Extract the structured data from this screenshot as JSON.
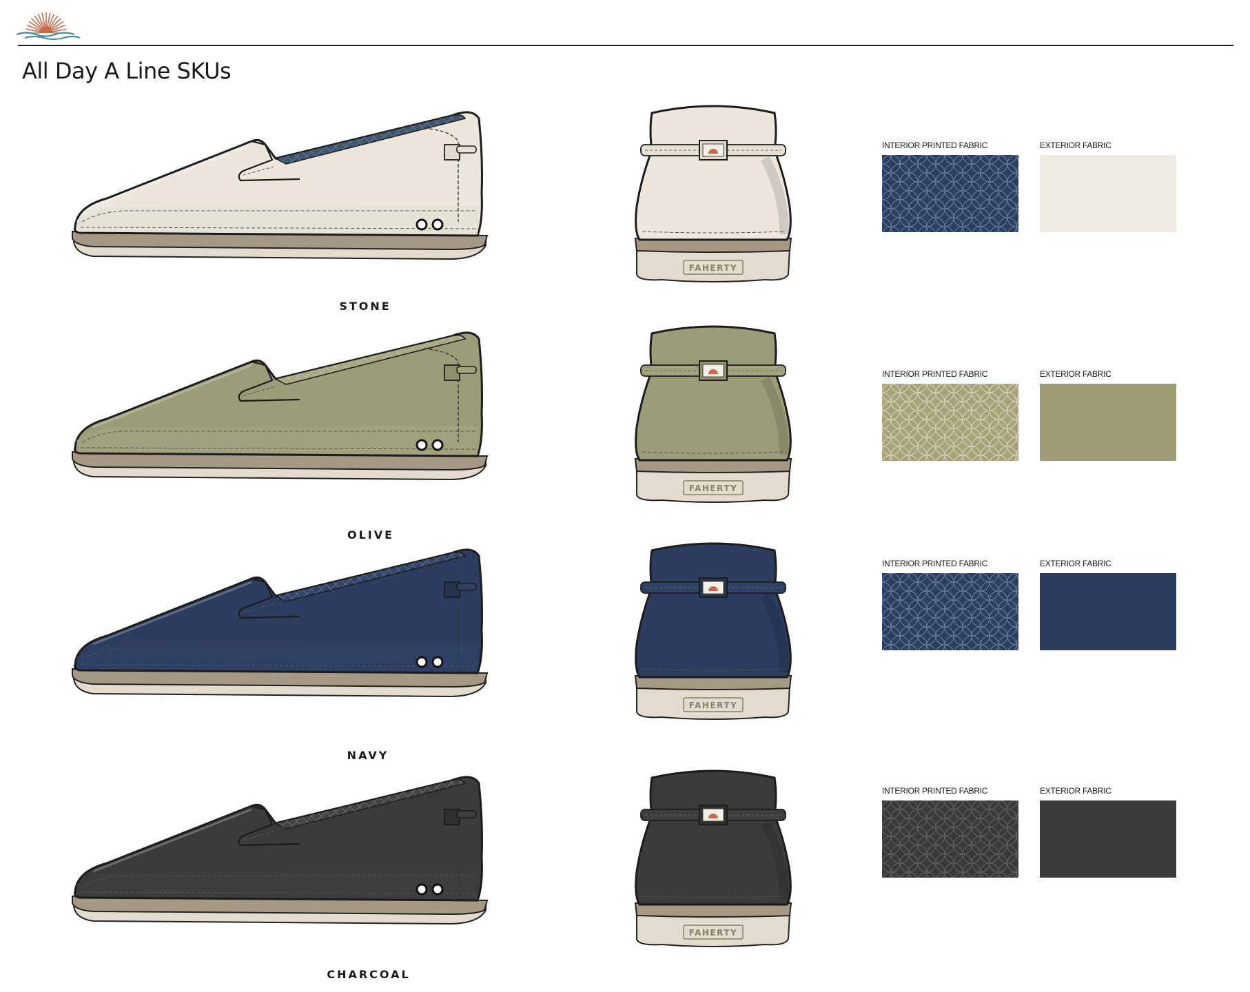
{
  "header": {
    "title": "All Day A Line SKUs"
  },
  "skus": [
    {
      "name": "STONE",
      "colors": {
        "upper": "#ece6dc",
        "upper_shade": "#e0d9cc",
        "lining": "#3e566e",
        "midsole": "#a39985",
        "outsole": "#e2dbce",
        "foxing": "#e6e0d5"
      },
      "swatches": {
        "interior_label": "INTERIOR PRINTED FABRIC",
        "interior_color": "#2c3f63",
        "interior_pattern": "#7f8fae",
        "exterior_label": "EXTERIOR FABRIC",
        "exterior_color": "#efebe3"
      }
    },
    {
      "name": "OLIVE",
      "colors": {
        "upper": "#9b9c78",
        "upper_shade": "#8f906c",
        "lining": "#a8a882",
        "midsole": "#a39985",
        "outsole": "#e2dbce",
        "foxing": "#a2a27f"
      },
      "swatches": {
        "interior_label": "INTERIOR PRINTED FABRIC",
        "interior_color": "#a6a37b",
        "interior_pattern": "#e6e2cf",
        "exterior_label": "EXTERIOR FABRIC",
        "exterior_color": "#9e9c77"
      }
    },
    {
      "name": "NAVY",
      "colors": {
        "upper": "#2c3d5f",
        "upper_shade": "#24344f",
        "lining": "#33466a",
        "midsole": "#a39985",
        "outsole": "#e2dbce",
        "foxing": "#2f4164"
      },
      "swatches": {
        "interior_label": "INTERIOR PRINTED FABRIC",
        "interior_color": "#2c3f63",
        "interior_pattern": "#7f8fae",
        "exterior_label": "EXTERIOR FABRIC",
        "exterior_color": "#2c3d5d"
      }
    },
    {
      "name": "CHARCOAL",
      "colors": {
        "upper": "#3b3b3b",
        "upper_shade": "#303030",
        "lining": "#444444",
        "midsole": "#a39985",
        "outsole": "#e2dbce",
        "foxing": "#3e3e3e"
      },
      "swatches": {
        "interior_label": "INTERIOR PRINTED FABRIC",
        "interior_color": "#3a3a3a",
        "interior_pattern": "#6e6e6e",
        "exterior_label": "EXTERIOR FABRIC",
        "exterior_color": "#3b3b3b"
      }
    }
  ],
  "brand": {
    "sole_text": "FAHERTY",
    "logo_sun": "#c8694a",
    "logo_water": "#4a8a9e"
  }
}
